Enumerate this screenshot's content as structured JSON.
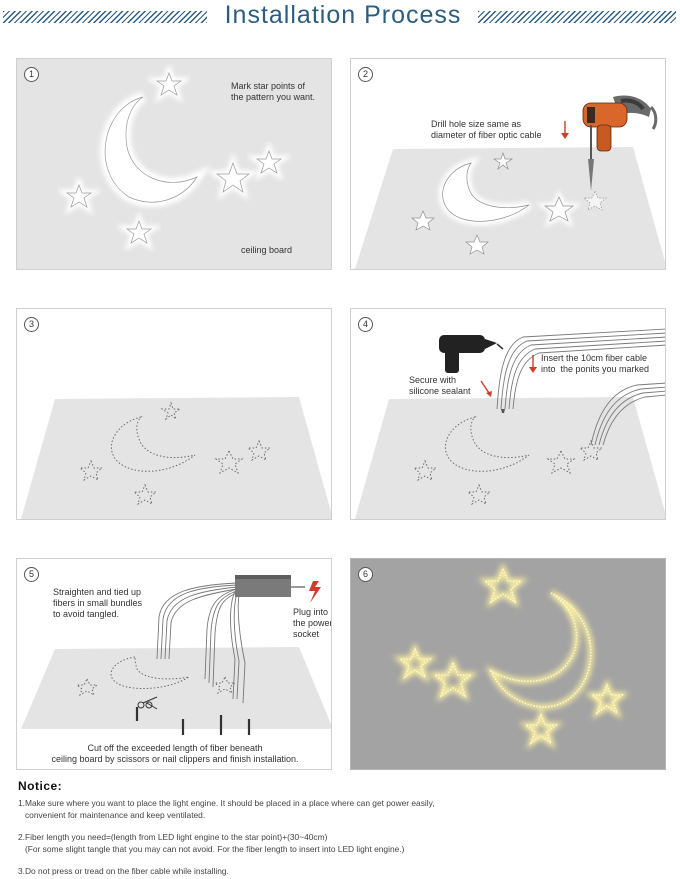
{
  "header": {
    "title": "Installation Process"
  },
  "steps": [
    {
      "num": "1",
      "texts": [
        "Mark star points of\nthe pattern you want.",
        "ceiling board"
      ]
    },
    {
      "num": "2",
      "texts": [
        "Drill hole size same as\ndiameter of fiber optic cable"
      ]
    },
    {
      "num": "3",
      "texts": []
    },
    {
      "num": "4",
      "texts": [
        "Secure with\nsilicone sealant",
        "Insert the 10cm fiber cable\ninto  the ponits you marked"
      ]
    },
    {
      "num": "5",
      "texts": [
        "Straighten and tied up\nfibers in small bundles\nto avoid tangled.",
        "Plug into\nthe power\nsocket",
        "Cut off the exceeded length of fiber beneath\nceiling board by scissors or nail clippers and finish installation."
      ]
    },
    {
      "num": "6",
      "texts": []
    }
  ],
  "notice": {
    "title": "Notice:",
    "items": [
      "1.Make sure where you want to place the light engine. It should be placed in a place where can get power easily,\n   convenient for maintenance and keep ventilated.",
      "2.Fiber length you need=(length from LED light engine to the star point)+(30~40cm)\n   (For some slight tangle that you may can not avoid. For the fiber length to insert into LED light engine.)",
      "3.Do not press or tread on the fiber cable while installing."
    ]
  },
  "colors": {
    "title": "#2c5d80",
    "panel_gray": "#e4e4e4",
    "glow": "#fff3a0",
    "arrow": "#d23a2a",
    "drill": "#d9662a"
  }
}
